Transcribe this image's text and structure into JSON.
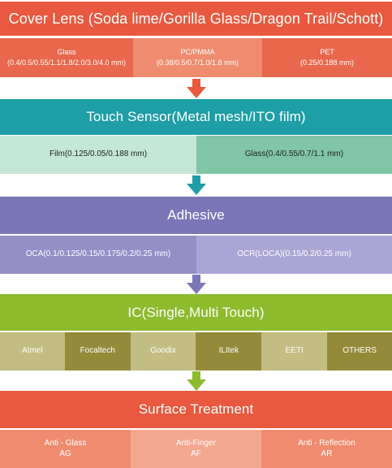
{
  "colors": {
    "cover_lens": "#e8593f",
    "touch_sensor": "#1e9ea6",
    "adhesive": "#7b76b7",
    "ic": "#8cbb2e",
    "surface_treatment": "#e8593f",
    "arrow_1": "#e8593f",
    "arrow_2": "#1e9ea6",
    "arrow_3": "#7b76b7",
    "arrow_4": "#8cbb2e"
  },
  "sections": [
    {
      "title": "Cover Lens (Soda lime/Gorilla Glass/Dragon Trail/Schott)",
      "items": [
        {
          "line1": "Glass",
          "line2": "(0.4/0.5/0.55/1.1/1.8/2.0/3.0/4.0 mm)"
        },
        {
          "line1": "PC/PMMA",
          "line2": "(0.38/0.5/0.7/1.0/1.8 mm)"
        },
        {
          "line1": "PET",
          "line2": "(0.25/0.188 mm)"
        }
      ]
    },
    {
      "title": "Touch Sensor(Metal mesh/ITO film)",
      "items": [
        {
          "line1": "Film(0.125/0.05/0.188 mm)"
        },
        {
          "line1": "Glass(0.4/0.55/0.7/1.1 mm)"
        }
      ]
    },
    {
      "title": "Adhesive",
      "items": [
        {
          "line1": "OCA(0.1/0.125/0.15/0.175/0.2/0.25 mm)"
        },
        {
          "line1": "OCR(LOCA)(0.15/0.2/0.25 mm)"
        }
      ]
    },
    {
      "title": "IC(Single,Multi Touch)",
      "items": [
        {
          "line1": "Atmel"
        },
        {
          "line1": "Focaltech"
        },
        {
          "line1": "Goodix"
        },
        {
          "line1": "ILItek"
        },
        {
          "line1": "EETI"
        },
        {
          "line1": "OTHERS"
        }
      ]
    },
    {
      "title": "Surface Treatment",
      "items": [
        {
          "line1": "Anti - Glass",
          "line2": "AG"
        },
        {
          "line1": "Anti-Finger",
          "line2": "AF"
        },
        {
          "line1": "Anti - Reflection",
          "line2": "AR"
        }
      ]
    }
  ]
}
